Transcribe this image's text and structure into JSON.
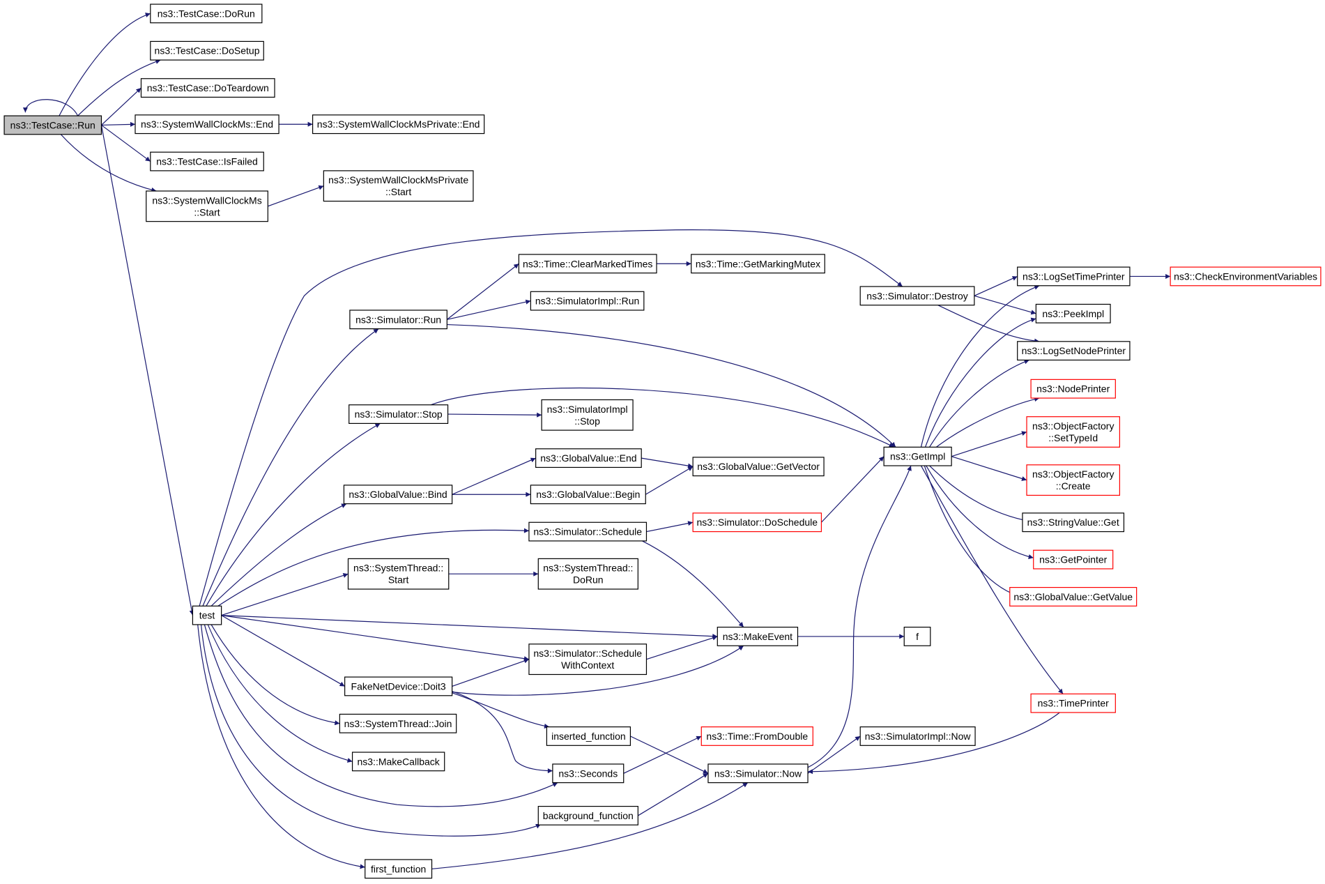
{
  "nodes": {
    "n_testcase_run": {
      "lines": [
        "ns3::TestCase::Run"
      ],
      "focus": true
    },
    "n_dorun": {
      "lines": [
        "ns3::TestCase::DoRun"
      ]
    },
    "n_dosetup": {
      "lines": [
        "ns3::TestCase::DoSetup"
      ]
    },
    "n_doteardown": {
      "lines": [
        "ns3::TestCase::DoTeardown"
      ]
    },
    "n_swc_end": {
      "lines": [
        "ns3::SystemWallClockMs::End"
      ]
    },
    "n_swcp_end": {
      "lines": [
        "ns3::SystemWallClockMsPrivate::End"
      ]
    },
    "n_isfailed": {
      "lines": [
        "ns3::TestCase::IsFailed"
      ]
    },
    "n_swc_start": {
      "lines": [
        "ns3::SystemWallClockMs",
        "::Start"
      ]
    },
    "n_swcp_start": {
      "lines": [
        "ns3::SystemWallClockMsPrivate",
        "::Start"
      ]
    },
    "n_test": {
      "lines": [
        "test"
      ]
    },
    "n_time_clear": {
      "lines": [
        "ns3::Time::ClearMarkedTimes"
      ]
    },
    "n_time_mutex": {
      "lines": [
        "ns3::Time::GetMarkingMutex"
      ]
    },
    "n_sim_run": {
      "lines": [
        "ns3::Simulator::Run"
      ]
    },
    "n_simimpl_run": {
      "lines": [
        "ns3::SimulatorImpl::Run"
      ]
    },
    "n_sim_destroy": {
      "lines": [
        "ns3::Simulator::Destroy"
      ]
    },
    "n_logsettime": {
      "lines": [
        "ns3::LogSetTimePrinter"
      ]
    },
    "n_checkenv": {
      "lines": [
        "ns3::CheckEnvironmentVariables"
      ],
      "truncated": true
    },
    "n_peekimpl": {
      "lines": [
        "ns3::PeekImpl"
      ]
    },
    "n_logsetnode": {
      "lines": [
        "ns3::LogSetNodePrinter"
      ]
    },
    "n_nodeprinter": {
      "lines": [
        "ns3::NodePrinter"
      ],
      "truncated": true
    },
    "n_sim_stop": {
      "lines": [
        "ns3::Simulator::Stop"
      ]
    },
    "n_simimpl_stop": {
      "lines": [
        "ns3::SimulatorImpl",
        "::Stop"
      ]
    },
    "n_getimpl": {
      "lines": [
        "ns3::GetImpl"
      ]
    },
    "n_of_settype": {
      "lines": [
        "ns3::ObjectFactory",
        "::SetTypeId"
      ],
      "truncated": true
    },
    "n_gv_end": {
      "lines": [
        "ns3::GlobalValue::End"
      ]
    },
    "n_gv_getvector": {
      "lines": [
        "ns3::GlobalValue::GetVector"
      ]
    },
    "n_gv_bind": {
      "lines": [
        "ns3::GlobalValue::Bind"
      ]
    },
    "n_gv_begin": {
      "lines": [
        "ns3::GlobalValue::Begin"
      ]
    },
    "n_of_create": {
      "lines": [
        "ns3::ObjectFactory",
        "::Create"
      ],
      "truncated": true
    },
    "n_sim_schedule": {
      "lines": [
        "ns3::Simulator::Schedule"
      ]
    },
    "n_sim_doschedule": {
      "lines": [
        "ns3::Simulator::DoSchedule"
      ],
      "truncated": true
    },
    "n_stringvalue_get": {
      "lines": [
        "ns3::StringValue::Get"
      ]
    },
    "n_getpointer": {
      "lines": [
        "ns3::GetPointer"
      ],
      "truncated": true
    },
    "n_st_start": {
      "lines": [
        "ns3::SystemThread::",
        "Start"
      ]
    },
    "n_st_dorun": {
      "lines": [
        "ns3::SystemThread::",
        "DoRun"
      ]
    },
    "n_gv_getvalue": {
      "lines": [
        "ns3::GlobalValue::GetValue"
      ],
      "truncated": true
    },
    "n_makeevent": {
      "lines": [
        "ns3::MakeEvent"
      ]
    },
    "n_f": {
      "lines": [
        "f"
      ]
    },
    "n_sim_schedctx": {
      "lines": [
        "ns3::Simulator::Schedule",
        "WithContext"
      ]
    },
    "n_fake_doit3": {
      "lines": [
        "FakeNetDevice::Doit3"
      ]
    },
    "n_timeprinter": {
      "lines": [
        "ns3::TimePrinter"
      ],
      "truncated": true
    },
    "n_st_join": {
      "lines": [
        "ns3::SystemThread::Join"
      ]
    },
    "n_inserted": {
      "lines": [
        "inserted_function"
      ]
    },
    "n_time_fromdouble": {
      "lines": [
        "ns3::Time::FromDouble"
      ],
      "truncated": true
    },
    "n_simimpl_now": {
      "lines": [
        "ns3::SimulatorImpl::Now"
      ]
    },
    "n_makecallback": {
      "lines": [
        "ns3::MakeCallback"
      ]
    },
    "n_seconds": {
      "lines": [
        "ns3::Seconds"
      ]
    },
    "n_sim_now": {
      "lines": [
        "ns3::Simulator::Now"
      ]
    },
    "n_background": {
      "lines": [
        "background_function"
      ]
    },
    "n_first": {
      "lines": [
        "first_function"
      ]
    }
  },
  "edges": [
    [
      "n_testcase_run",
      "n_testcase_run"
    ],
    [
      "n_testcase_run",
      "n_dorun"
    ],
    [
      "n_testcase_run",
      "n_dosetup"
    ],
    [
      "n_testcase_run",
      "n_doteardown"
    ],
    [
      "n_testcase_run",
      "n_swc_end"
    ],
    [
      "n_testcase_run",
      "n_isfailed"
    ],
    [
      "n_testcase_run",
      "n_swc_start"
    ],
    [
      "n_testcase_run",
      "n_test"
    ],
    [
      "n_swc_end",
      "n_swcp_end"
    ],
    [
      "n_swc_start",
      "n_swcp_start"
    ],
    [
      "n_test",
      "n_sim_destroy"
    ],
    [
      "n_test",
      "n_sim_run"
    ],
    [
      "n_test",
      "n_sim_stop"
    ],
    [
      "n_test",
      "n_gv_bind"
    ],
    [
      "n_test",
      "n_sim_schedule"
    ],
    [
      "n_test",
      "n_st_start"
    ],
    [
      "n_test",
      "n_makeevent"
    ],
    [
      "n_test",
      "n_sim_schedctx"
    ],
    [
      "n_test",
      "n_fake_doit3"
    ],
    [
      "n_test",
      "n_st_join"
    ],
    [
      "n_test",
      "n_makecallback"
    ],
    [
      "n_test",
      "n_seconds"
    ],
    [
      "n_test",
      "n_background"
    ],
    [
      "n_test",
      "n_first"
    ],
    [
      "n_sim_run",
      "n_time_clear"
    ],
    [
      "n_sim_run",
      "n_simimpl_run"
    ],
    [
      "n_sim_run",
      "n_getimpl"
    ],
    [
      "n_time_clear",
      "n_time_mutex"
    ],
    [
      "n_sim_stop",
      "n_simimpl_stop"
    ],
    [
      "n_sim_stop",
      "n_getimpl"
    ],
    [
      "n_gv_bind",
      "n_gv_end"
    ],
    [
      "n_gv_bind",
      "n_gv_begin"
    ],
    [
      "n_gv_end",
      "n_gv_getvector"
    ],
    [
      "n_gv_begin",
      "n_gv_getvector"
    ],
    [
      "n_sim_schedule",
      "n_sim_doschedule"
    ],
    [
      "n_sim_schedule",
      "n_makeevent"
    ],
    [
      "n_sim_doschedule",
      "n_getimpl"
    ],
    [
      "n_st_start",
      "n_st_dorun"
    ],
    [
      "n_sim_schedctx",
      "n_makeevent"
    ],
    [
      "n_makeevent",
      "n_f"
    ],
    [
      "n_fake_doit3",
      "n_sim_schedctx"
    ],
    [
      "n_fake_doit3",
      "n_makeevent"
    ],
    [
      "n_fake_doit3",
      "n_inserted"
    ],
    [
      "n_fake_doit3",
      "n_seconds"
    ],
    [
      "n_inserted",
      "n_sim_now"
    ],
    [
      "n_seconds",
      "n_time_fromdouble"
    ],
    [
      "n_background",
      "n_sim_now"
    ],
    [
      "n_first",
      "n_sim_now"
    ],
    [
      "n_sim_now",
      "n_getimpl"
    ],
    [
      "n_sim_now",
      "n_simimpl_now"
    ],
    [
      "n_sim_destroy",
      "n_logsettime"
    ],
    [
      "n_sim_destroy",
      "n_peekimpl"
    ],
    [
      "n_sim_destroy",
      "n_logsetnode"
    ],
    [
      "n_getimpl",
      "n_logsettime"
    ],
    [
      "n_getimpl",
      "n_peekimpl"
    ],
    [
      "n_getimpl",
      "n_logsetnode"
    ],
    [
      "n_getimpl",
      "n_nodeprinter"
    ],
    [
      "n_getimpl",
      "n_of_settype"
    ],
    [
      "n_getimpl",
      "n_of_create"
    ],
    [
      "n_getimpl",
      "n_stringvalue_get"
    ],
    [
      "n_getimpl",
      "n_getpointer"
    ],
    [
      "n_getimpl",
      "n_gv_getvalue"
    ],
    [
      "n_getimpl",
      "n_timeprinter"
    ],
    [
      "n_logsettime",
      "n_checkenv"
    ],
    [
      "n_timeprinter",
      "n_sim_now"
    ]
  ],
  "colors": {
    "edge": "#191970",
    "focus_fill": "#bfbfbf",
    "truncated_border": "#ff0000"
  }
}
